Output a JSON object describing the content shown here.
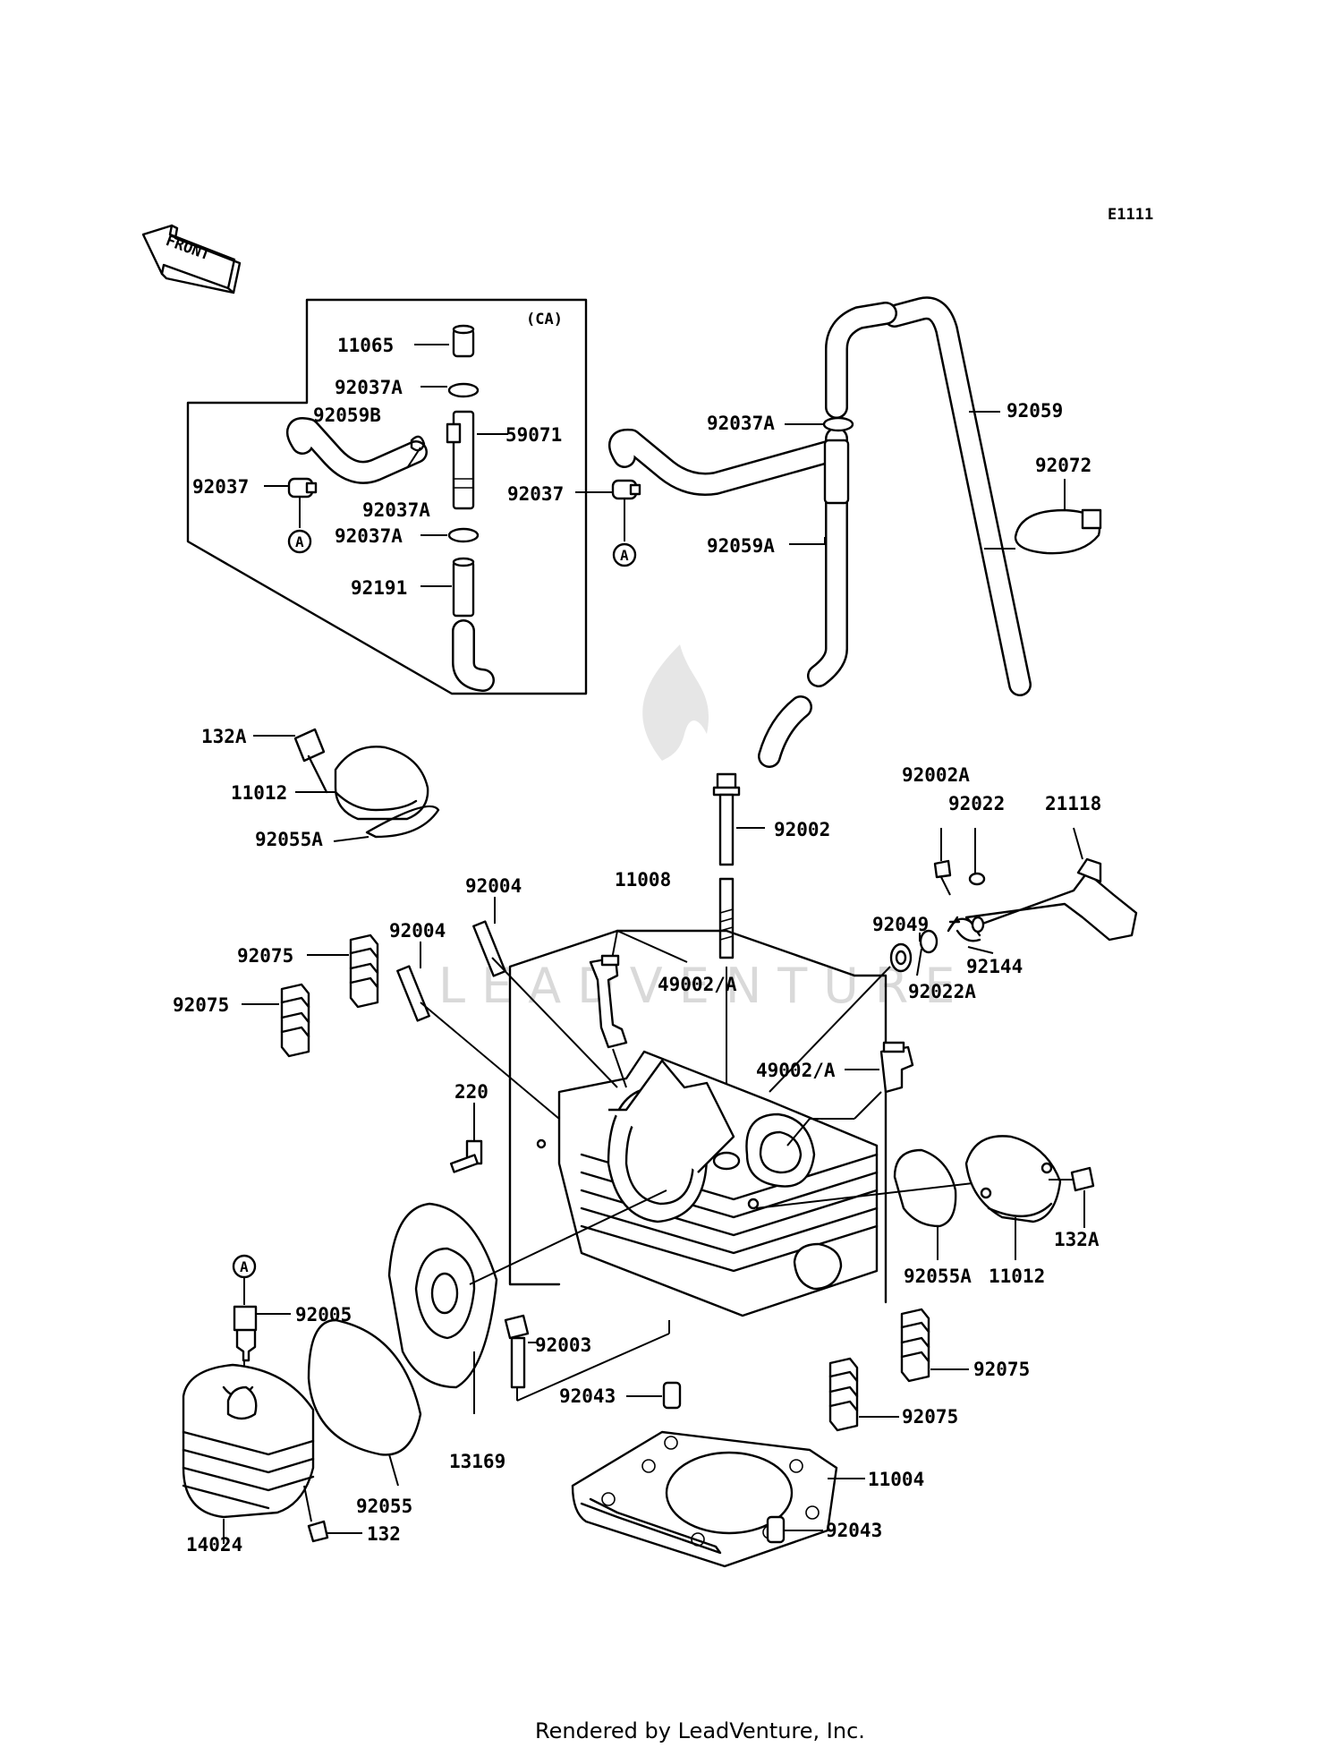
{
  "diagram": {
    "code": "E1111",
    "front_label": "FRONT",
    "variant_label": "(CA)",
    "connector_letter": "A",
    "watermark": "LEADVENTURE",
    "footer": "Rendered by LeadVenture, Inc."
  },
  "parts": {
    "p11065": "11065",
    "p92037A_1": "92037A",
    "p92059B": "92059B",
    "p59071": "59071",
    "p92037_1": "92037",
    "p92037A_2": "92037A",
    "p92037A_3": "92037A",
    "p92191": "92191",
    "p92037A_4": "92037A",
    "p92059": "92059",
    "p92037_2": "92037",
    "p92072": "92072",
    "p92059A": "92059A",
    "p132A_1": "132A",
    "p11012_1": "11012",
    "p92055A_1": "92055A",
    "p92002A": "92002A",
    "p92022": "92022",
    "p21118": "21118",
    "p92002": "92002",
    "p92004_1": "92004",
    "p11008": "11008",
    "p92049": "92049",
    "p92004_2": "92004",
    "p92075_1": "92075",
    "p92144": "92144",
    "p92022A": "92022A",
    "p92075_2": "92075",
    "p49002A_1": "49002/A",
    "p49002A_2": "49002/A",
    "p220": "220",
    "p132A_2": "132A",
    "p92005": "92005",
    "p92055A_2": "92055A",
    "p11012_2": "11012",
    "p92003": "92003",
    "p92075_3": "92075",
    "p92043_1": "92043",
    "p92075_4": "92075",
    "p13169": "13169",
    "p11004": "11004",
    "p92055": "92055",
    "p14024": "14024",
    "p132": "132",
    "p92043_2": "92043"
  }
}
